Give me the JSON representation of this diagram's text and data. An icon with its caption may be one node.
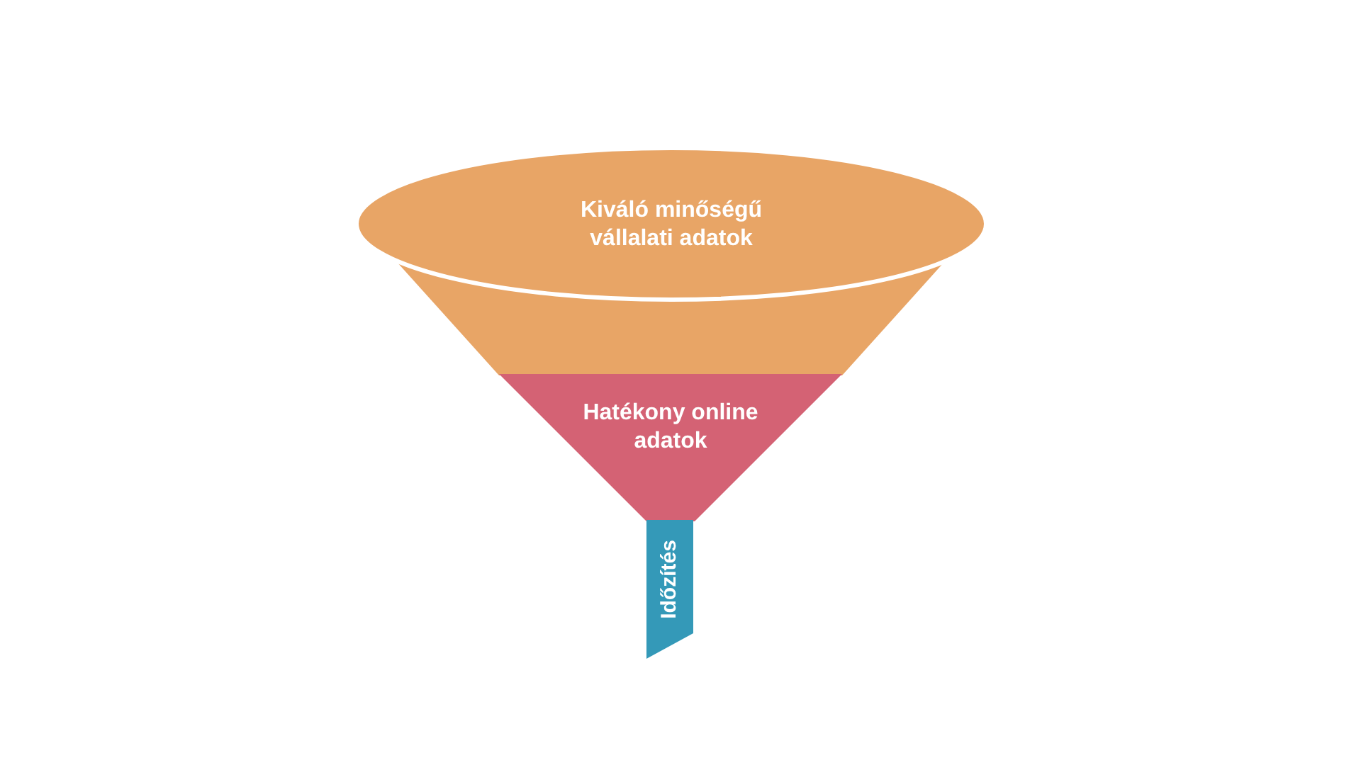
{
  "diagram": {
    "nodes": [
      {
        "text": [
          "Kiváló minőségű vállalati adatok"
        ]
      },
      {
        "text": [],
        "shape": "box"
      },
      {
        "text": [
          "Hatékony online adatok"
        ]
      },
      {
        "text": [
          "Időzítés"
        ]
      }
    ]
  }
}
